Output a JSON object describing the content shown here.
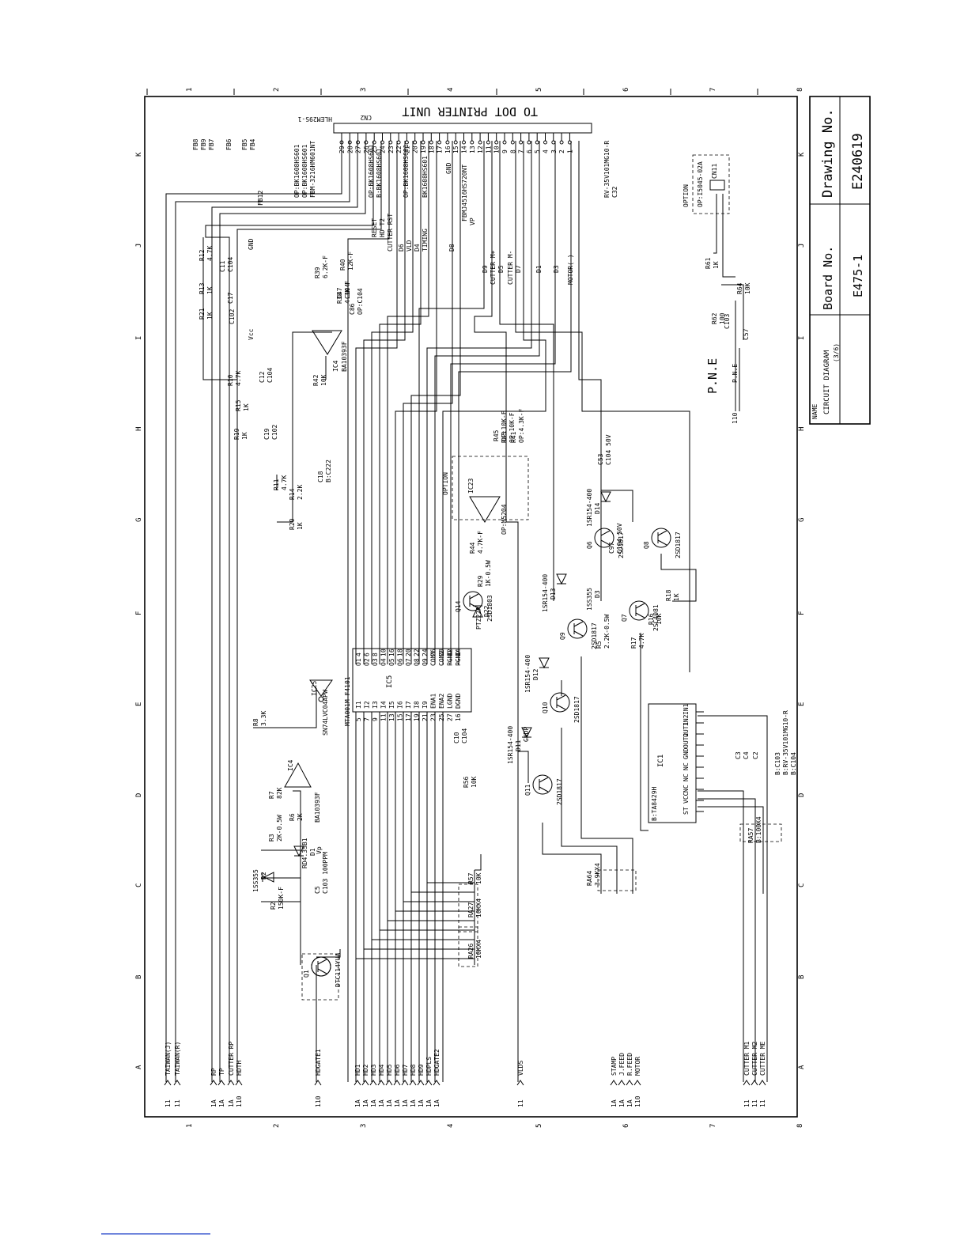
{
  "title_block": {
    "name_label": "NAME",
    "name_value": "CIRCUIT DIAGRAM",
    "sheet": "(3/6)",
    "board_label": "Board No.",
    "board_no": "E475-1",
    "drawing_label": "Drawing No.",
    "drawing_no": "E240619"
  },
  "grid": {
    "columns": [
      "1",
      "2",
      "3",
      "4",
      "5",
      "6",
      "7",
      "8"
    ],
    "rows": [
      "K",
      "J",
      "I",
      "H",
      "G",
      "F",
      "E",
      "D",
      "C",
      "B",
      "A"
    ]
  },
  "connector": {
    "title": "TO DOT PRINTER UNIT",
    "part": "HLEM29S-1",
    "cn": "CN2",
    "pins": [
      "29",
      "28",
      "27",
      "26",
      "25",
      "24",
      "23",
      "22",
      "21",
      "20",
      "19",
      "18",
      "17",
      "16",
      "15",
      "14",
      "13",
      "12",
      "11",
      "10",
      "9",
      "8",
      "7",
      "6",
      "5",
      "4",
      "3",
      "2",
      "1"
    ],
    "signals": [
      "RESET",
      "HD T2",
      "CUTTER RST",
      "D6",
      "VLD",
      "D4",
      "TIMING",
      "D8",
      "D9",
      "CUTTER M+",
      "D5",
      "CUTTER M-",
      "D7",
      "D1",
      "D3",
      "MOTOR(-)",
      "GND",
      "VP"
    ]
  },
  "ferrites": [
    "FB8",
    "FB9",
    "FB7",
    "FB6",
    "FB5",
    "FB4",
    "FB12"
  ],
  "ferrite_parts": [
    "OP:BK1608HS601",
    "OP:BK1608HS601",
    "FBM-3216HM601NT",
    "OP:BK1608HS601",
    "B:BK1608HS601",
    "OP:BK1608HS601",
    "BK1608HS601",
    "FBMJ4516HS720NT",
    "RV-35V101MG10-R",
    "C32"
  ],
  "ics": {
    "ic5": {
      "name": "IC5",
      "part": "MTA001M-F4101",
      "pins_left": [
        "I1",
        "I2",
        "I3",
        "I4",
        "I5",
        "I6",
        "I7",
        "I8",
        "I9",
        "ENA1",
        "ENA2",
        "LGND",
        "DGND"
      ],
      "pins_right": [
        "O1",
        "O2",
        "O3",
        "O4",
        "O5",
        "O6",
        "O7",
        "O8",
        "O9",
        "COM1",
        "COM2",
        "PGND",
        "PGND"
      ],
      "pin_nums_left": [
        "5",
        "7",
        "9",
        "11",
        "13",
        "15",
        "17",
        "19",
        "21",
        "23",
        "25",
        "27",
        "16"
      ],
      "pin_nums_right": [
        "4",
        "6",
        "8",
        "10",
        "16",
        "18",
        "20",
        "22",
        "24",
        "26",
        "28",
        "12",
        "14"
      ]
    },
    "ic4": {
      "name": "IC4",
      "part": "BA10393F"
    },
    "ic4b": {
      "name": "IC4",
      "part": "BA10393F"
    },
    "ic23": {
      "name": "IC23",
      "part": "OP:M5204",
      "box": "OPTION"
    },
    "ic25": {
      "name": "IC25",
      "part": "SN74LVC04APW"
    },
    "ic1": {
      "name": "IC1",
      "part": "B:TA8429H",
      "pins": [
        "IN1",
        "IN2",
        "OUT1",
        "OUT2",
        "GND",
        "NC",
        "NC",
        "NC",
        "VCC",
        "ST"
      ]
    }
  },
  "transistors": [
    {
      "ref": "Q1",
      "part": "DTC114YUA"
    },
    {
      "ref": "Q14",
      "part": "2SD1803"
    },
    {
      "ref": "Q11",
      "part": "2SD1817"
    },
    {
      "ref": "Q10",
      "part": "2SD1817"
    },
    {
      "ref": "Q9",
      "part": "2SD1817"
    },
    {
      "ref": "Q7",
      "part": "2SC4081"
    },
    {
      "ref": "Q6",
      "part": "2SD1817"
    },
    {
      "ref": "Q8",
      "part": "2SD1817"
    }
  ],
  "diodes": [
    {
      "ref": "D11",
      "part": "1SR154-400"
    },
    {
      "ref": "D12",
      "part": "1SR154-400"
    },
    {
      "ref": "D13",
      "part": "1SR154-400"
    },
    {
      "ref": "D14",
      "part": "1SR154-400"
    },
    {
      "ref": "D22",
      "part": "PTZ22A"
    },
    {
      "ref": "D1",
      "part": "RD4.3SB1"
    },
    {
      "ref": "D2",
      "part": "1SS355"
    },
    {
      "ref": "D3",
      "part": "1SS355"
    }
  ],
  "resistors": [
    {
      "ref": "R12",
      "value": "4.7K"
    },
    {
      "ref": "R13",
      "value": "1K"
    },
    {
      "ref": "R21",
      "value": "1K"
    },
    {
      "ref": "R10",
      "value": "4.7K"
    },
    {
      "ref": "R15",
      "value": "1K"
    },
    {
      "ref": "R19",
      "value": "1K"
    },
    {
      "ref": "R11",
      "value": "4.7K"
    },
    {
      "ref": "R14",
      "value": "2.2K"
    },
    {
      "ref": "R20",
      "value": "1K"
    },
    {
      "ref": "R39",
      "value": "6.2K-F"
    },
    {
      "ref": "R40",
      "value": "12K-F"
    },
    {
      "ref": "R38",
      "value": "4.3K-F"
    },
    {
      "ref": "R42",
      "value": "10K"
    },
    {
      "ref": "R8",
      "value": "3.3K"
    },
    {
      "ref": "R7",
      "value": "82K"
    },
    {
      "ref": "R3",
      "value": "2K-0.5W"
    },
    {
      "ref": "R6",
      "value": "2K"
    },
    {
      "ref": "R2",
      "value": "150K-F"
    },
    {
      "ref": "R56",
      "value": "10K"
    },
    {
      "ref": "R57",
      "value": "10K"
    },
    {
      "ref": "RA27",
      "value": "10KX4"
    },
    {
      "ref": "RA26",
      "value": "10KX4"
    },
    {
      "ref": "R44",
      "value": "4.7K-F"
    },
    {
      "ref": "R45",
      "value": "OP:10K-F"
    },
    {
      "ref": "R43",
      "value": "OP:10K-F"
    },
    {
      "ref": "R41",
      "value": "OP:4.3K-F"
    },
    {
      "ref": "R29",
      "value": "1K-0.5W"
    },
    {
      "ref": "R5",
      "value": "2.2K-0.5W"
    },
    {
      "ref": "R17",
      "value": "4.7K"
    },
    {
      "ref": "R16",
      "value": "10K"
    },
    {
      "ref": "R18",
      "value": "1K"
    },
    {
      "ref": "RA64",
      "value": "3.9KX4"
    },
    {
      "ref": "RA57",
      "value": "B:100X4"
    },
    {
      "ref": "R61",
      "value": "1K"
    },
    {
      "ref": "R62",
      "value": "100"
    },
    {
      "ref": "R64",
      "value": "10K"
    }
  ],
  "capacitors": [
    {
      "ref": "C11",
      "value": "C104"
    },
    {
      "ref": "C17",
      "value": ""
    },
    {
      "ref": "C102",
      "value": ""
    },
    {
      "ref": "C12",
      "value": "C104"
    },
    {
      "ref": "C19",
      "value": "C102"
    },
    {
      "ref": "C18",
      "value": "B:C222"
    },
    {
      "ref": "C47",
      "value": "C104"
    },
    {
      "ref": "C86",
      "value": "OP:C104"
    },
    {
      "ref": "C5",
      "value": "C103 100PPM"
    },
    {
      "ref": "C10",
      "value": "C104"
    },
    {
      "ref": "C53",
      "value": "C104 50V"
    },
    {
      "ref": "C97",
      "value": "C104 50V"
    },
    {
      "ref": "C103",
      "value": ""
    },
    {
      "ref": "C57",
      "value": ""
    },
    {
      "ref": "C3",
      "value": ""
    },
    {
      "ref": "C4",
      "value": ""
    },
    {
      "ref": "C2",
      "value": ""
    }
  ],
  "ic1_notes": [
    "B:C103",
    "B:RV-35V101MG10-R",
    "B:C104"
  ],
  "option_cn11": {
    "label": "OPTION",
    "part": "OP:I5045-02A",
    "ref": "CN11"
  },
  "pne": {
    "label": "P.N.E",
    "net": "P.N.E",
    "sheet": "110"
  },
  "rails": [
    "Vcc",
    "Vp",
    "GND",
    "GNDP"
  ],
  "left_signals": [
    {
      "sheet": "11",
      "name": "TAIWAN(J)"
    },
    {
      "sheet": "11",
      "name": "TAIWAN(R)"
    },
    {
      "sheet": "1A",
      "name": "RP"
    },
    {
      "sheet": "1A",
      "name": "TP"
    },
    {
      "sheet": "1A",
      "name": "CUTTER RP"
    },
    {
      "sheet": "110",
      "name": "HDTH"
    },
    {
      "sheet": "110",
      "name": "HDGATE1"
    },
    {
      "sheet": "1A",
      "name": "HD1"
    },
    {
      "sheet": "1A",
      "name": "HD2"
    },
    {
      "sheet": "1A",
      "name": "HD3"
    },
    {
      "sheet": "1A",
      "name": "HD4"
    },
    {
      "sheet": "1A",
      "name": "HD5"
    },
    {
      "sheet": "1A",
      "name": "HD6"
    },
    {
      "sheet": "1A",
      "name": "HD7"
    },
    {
      "sheet": "1A",
      "name": "HD8"
    },
    {
      "sheet": "1A",
      "name": "HD9"
    },
    {
      "sheet": "1A",
      "name": "HDPLS"
    },
    {
      "sheet": "1A",
      "name": "HDGATE2"
    },
    {
      "sheet": "11",
      "name": "VLDS"
    },
    {
      "sheet": "1A",
      "name": "STAMP"
    },
    {
      "sheet": "1A",
      "name": "J.FEED"
    },
    {
      "sheet": "1A",
      "name": "R.FEED"
    },
    {
      "sheet": "110",
      "name": "MOTOR"
    },
    {
      "sheet": "11",
      "name": "CUTTER M1"
    },
    {
      "sheet": "11",
      "name": "CUTTER M2"
    },
    {
      "sheet": "11",
      "name": "CUTTER ME"
    }
  ]
}
